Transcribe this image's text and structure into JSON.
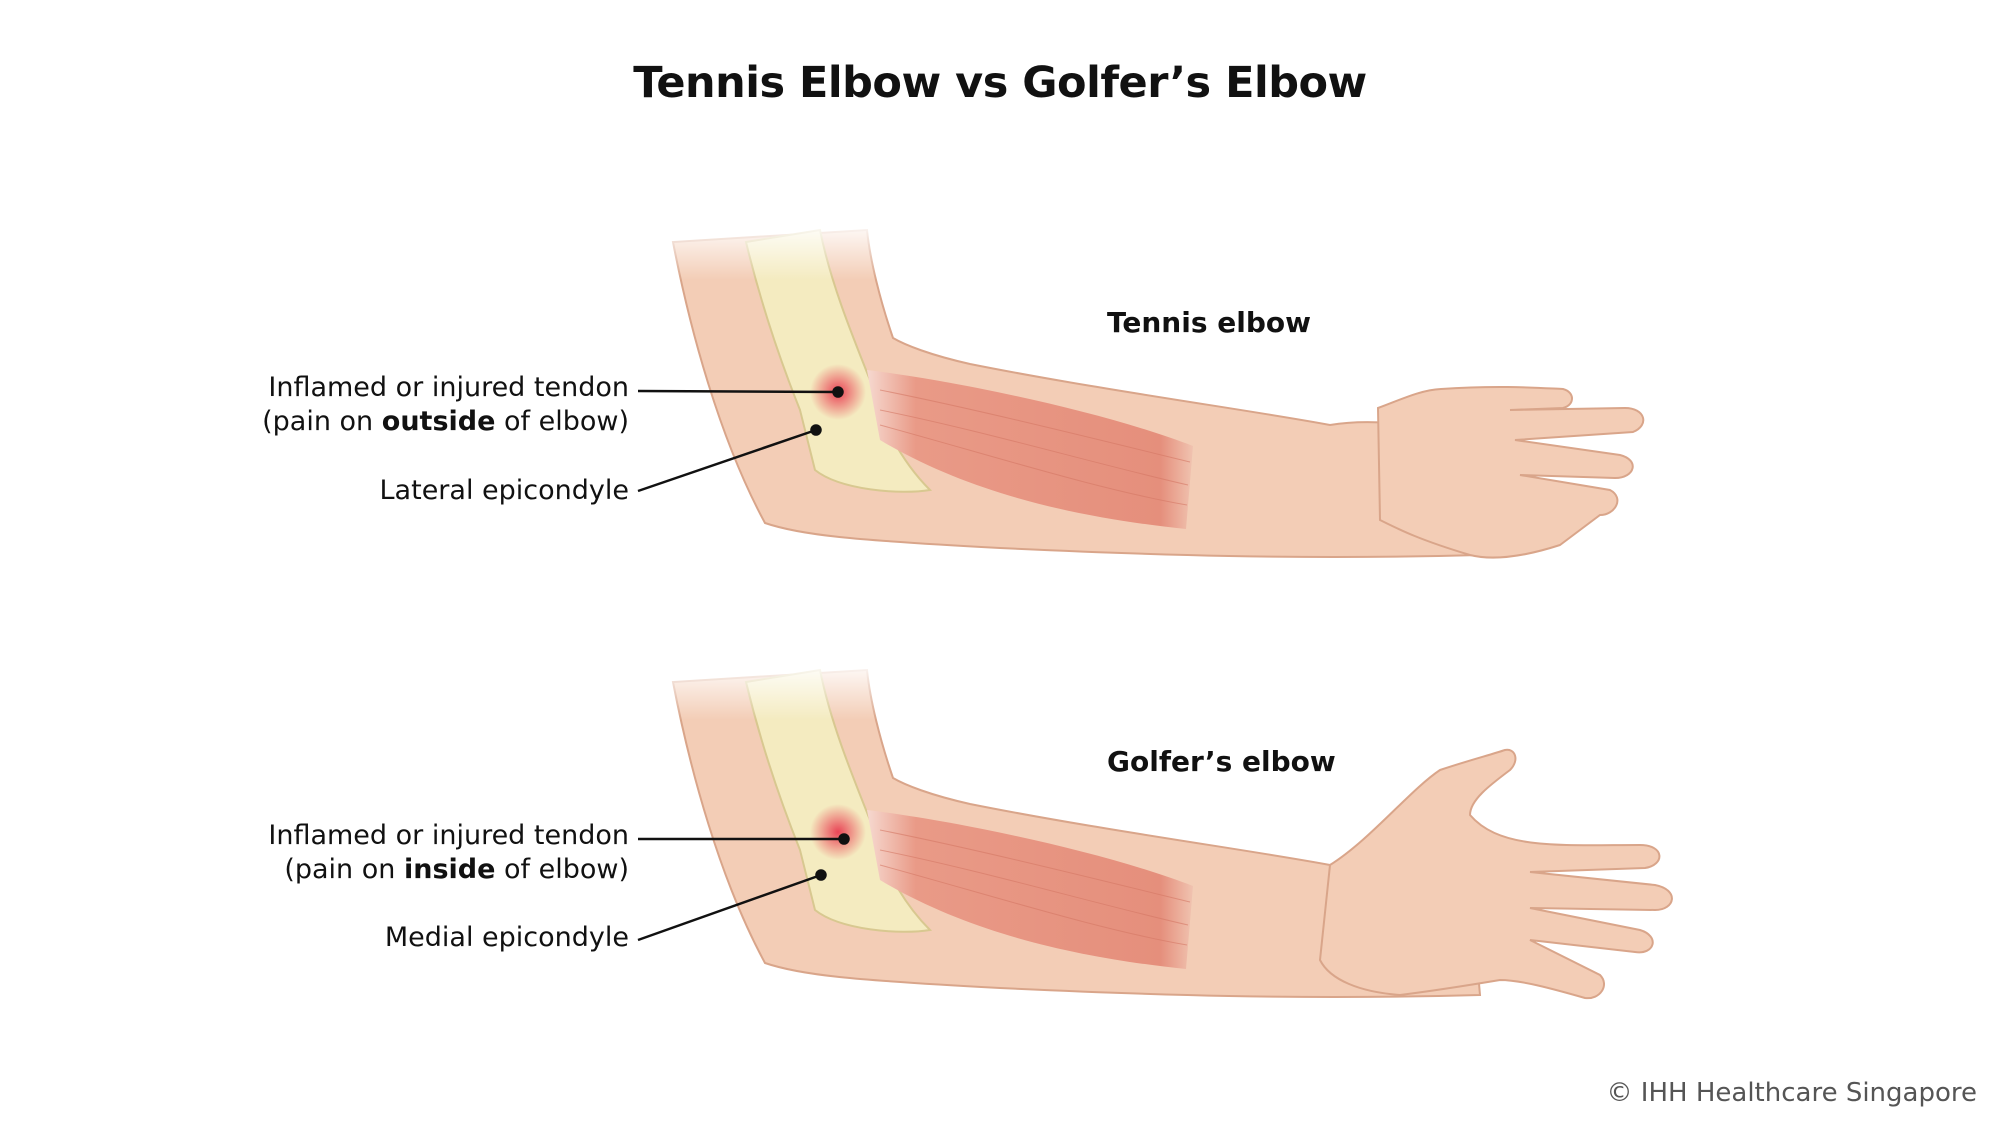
{
  "title": "Tennis Elbow vs Golfer’s Elbow",
  "tennis": {
    "heading": "Tennis elbow",
    "tendon_line1": "Inflamed or injured tendon",
    "tendon_line2_pre": "(pain on ",
    "tendon_line2_bold": "outside",
    "tendon_line2_post": " of elbow)",
    "epicondyle": "Lateral epicondyle"
  },
  "golfer": {
    "heading": "Golfer’s elbow",
    "tendon_line1": "Inflamed or injured tendon",
    "tendon_line2_pre": "(pain on ",
    "tendon_line2_bold": "inside",
    "tendon_line2_post": " of elbow)",
    "epicondyle": "Medial epicondyle"
  },
  "copyright": "© IHH Healthcare Singapore",
  "colors": {
    "skin": "#f3cdb6",
    "skin_outline": "#d9a58a",
    "bone": "#f4ebc0",
    "muscle": "#e58f7c",
    "inflamed": "#e8324a"
  }
}
